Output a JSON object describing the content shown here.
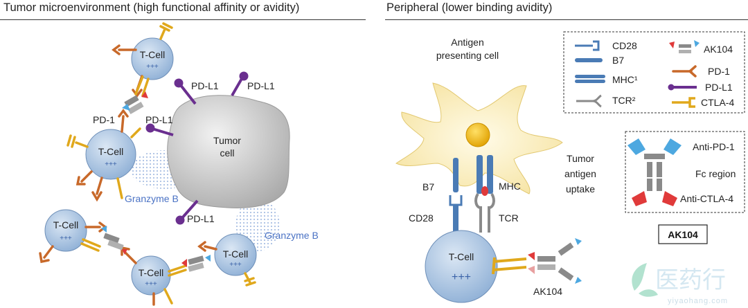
{
  "left_panel": {
    "title": "Tumor microenvironment (high functional affinity or avidity)",
    "tumor_label_line1": "Tumor",
    "tumor_label_line2": "cell",
    "tcell_label": "T-Cell",
    "tcell_charge": "+++",
    "pd1_label": "PD-1",
    "pdl1_label": "PD-L1",
    "granzyme_label": "Granzyme B"
  },
  "right_panel": {
    "title": "Peripheral (lower binding avidity)",
    "apc_label_line1": "Antigen",
    "apc_label_line2": "presenting cell",
    "b7_label": "B7",
    "mhc_label": "MHC",
    "cd28_label": "CD28",
    "tcr_label": "TCR",
    "tcell_label": "T-Cell",
    "tcell_charge": "+++",
    "ak104_label": "AK104",
    "uptake_line1": "Tumor",
    "uptake_line2": "antigen",
    "uptake_line3": "uptake"
  },
  "legend": {
    "items": [
      {
        "label": "CD28",
        "icon": "cd28-icon"
      },
      {
        "label": "B7",
        "icon": "b7-icon"
      },
      {
        "label": "MHC¹",
        "icon": "mhc-icon"
      },
      {
        "label": "TCR²",
        "icon": "tcr-icon"
      },
      {
        "label": "AK104",
        "icon": "ak104-icon"
      },
      {
        "label": "PD-1",
        "icon": "pd1-icon"
      },
      {
        "label": "PD-L1",
        "icon": "pdl1-icon"
      },
      {
        "label": "CTLA-4",
        "icon": "ctla4-icon"
      }
    ]
  },
  "antibody_legend": {
    "anti_pd1": "Anti-PD-1",
    "fc_region": "Fc region",
    "anti_ctla4": "Anti-CTLA-4",
    "name_box": "AK104"
  },
  "watermark": {
    "text": "医药行",
    "url": "yiyaohang.com"
  },
  "colors": {
    "tcell_fill": "#a9c3e0",
    "tumor_fill": "#c8c8c8",
    "pd1": "#c8692a",
    "pdl1": "#6a2f8f",
    "ctla4": "#e0a81c",
    "receptor_blue": "#4a7bb5",
    "granzyme_text": "#4a72c4",
    "apc_fill": "#fbf0c4"
  }
}
